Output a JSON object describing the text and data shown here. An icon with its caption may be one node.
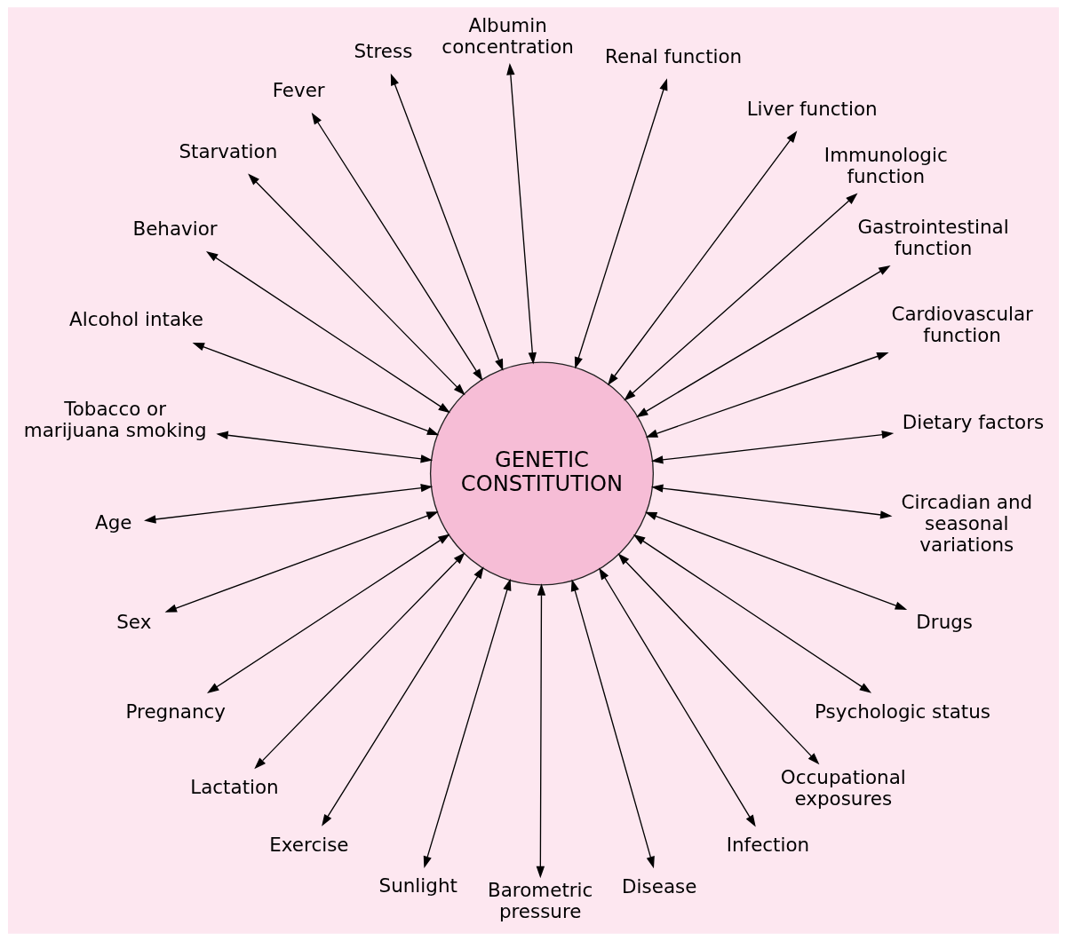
{
  "diagram": {
    "nodes": [
      {
        "text": [
          "GENETIC CONSTITUTION"
        ]
      },
      {
        "text": [
          "Dietary factors"
        ]
      },
      {
        "text": [
          "Cardiovascular function"
        ]
      },
      {
        "text": [
          "Gastrointestinal function"
        ]
      },
      {
        "text": [
          "Immunologic function"
        ]
      },
      {
        "text": [
          "Liver function"
        ]
      },
      {
        "text": [
          "Renal function"
        ]
      },
      {
        "text": [
          "Albumin concentration"
        ]
      },
      {
        "text": [
          "Stress"
        ]
      },
      {
        "text": [
          "Fever"
        ]
      },
      {
        "text": [
          "Starvation"
        ]
      },
      {
        "text": [
          "Behavior"
        ]
      },
      {
        "text": [
          "Alcohol intake"
        ]
      },
      {
        "text": [
          "Tobacco or marijuana smoking"
        ]
      },
      {
        "text": [
          "Age"
        ]
      },
      {
        "text": [
          "Sex"
        ]
      },
      {
        "text": [
          "Pregnancy"
        ]
      },
      {
        "text": [
          "Lactation"
        ]
      },
      {
        "text": [
          "Exercise"
        ]
      },
      {
        "text": [
          "Sunlight"
        ]
      },
      {
        "text": [
          "Barometric pressure"
        ]
      },
      {
        "text": [
          "Disease"
        ]
      },
      {
        "text": [
          "Infection"
        ]
      },
      {
        "text": [
          "Occupational exposures"
        ]
      },
      {
        "text": [
          "Psychologic status"
        ]
      },
      {
        "text": [
          "Drugs"
        ]
      },
      {
        "text": [
          "Circadian and seasonal variations"
        ]
      }
    ],
    "edges": [
      {
        "from": 0,
        "to": 1,
        "arrow": "both"
      },
      {
        "from": 0,
        "to": 2,
        "arrow": "both"
      },
      {
        "from": 0,
        "to": 3,
        "arrow": "both"
      },
      {
        "from": 0,
        "to": 4,
        "arrow": "both"
      },
      {
        "from": 0,
        "to": 5,
        "arrow": "both"
      },
      {
        "from": 0,
        "to": 6,
        "arrow": "both"
      },
      {
        "from": 0,
        "to": 7,
        "arrow": "both"
      },
      {
        "from": 0,
        "to": 8,
        "arrow": "both"
      },
      {
        "from": 0,
        "to": 9,
        "arrow": "both"
      },
      {
        "from": 0,
        "to": 10,
        "arrow": "both"
      },
      {
        "from": 0,
        "to": 11,
        "arrow": "both"
      },
      {
        "from": 0,
        "to": 12,
        "arrow": "both"
      },
      {
        "from": 0,
        "to": 13,
        "arrow": "both"
      },
      {
        "from": 0,
        "to": 14,
        "arrow": "both"
      },
      {
        "from": 0,
        "to": 15,
        "arrow": "both"
      },
      {
        "from": 0,
        "to": 16,
        "arrow": "both"
      },
      {
        "from": 0,
        "to": 17,
        "arrow": "both"
      },
      {
        "from": 0,
        "to": 18,
        "arrow": "both"
      },
      {
        "from": 0,
        "to": 19,
        "arrow": "both"
      },
      {
        "from": 0,
        "to": 20,
        "arrow": "both"
      },
      {
        "from": 0,
        "to": 21,
        "arrow": "both"
      },
      {
        "from": 0,
        "to": 22,
        "arrow": "both"
      },
      {
        "from": 0,
        "to": 23,
        "arrow": "both"
      },
      {
        "from": 0,
        "to": 24,
        "arrow": "both"
      },
      {
        "from": 0,
        "to": 25,
        "arrow": "both"
      },
      {
        "from": 0,
        "to": 26,
        "arrow": "both"
      }
    ]
  }
}
